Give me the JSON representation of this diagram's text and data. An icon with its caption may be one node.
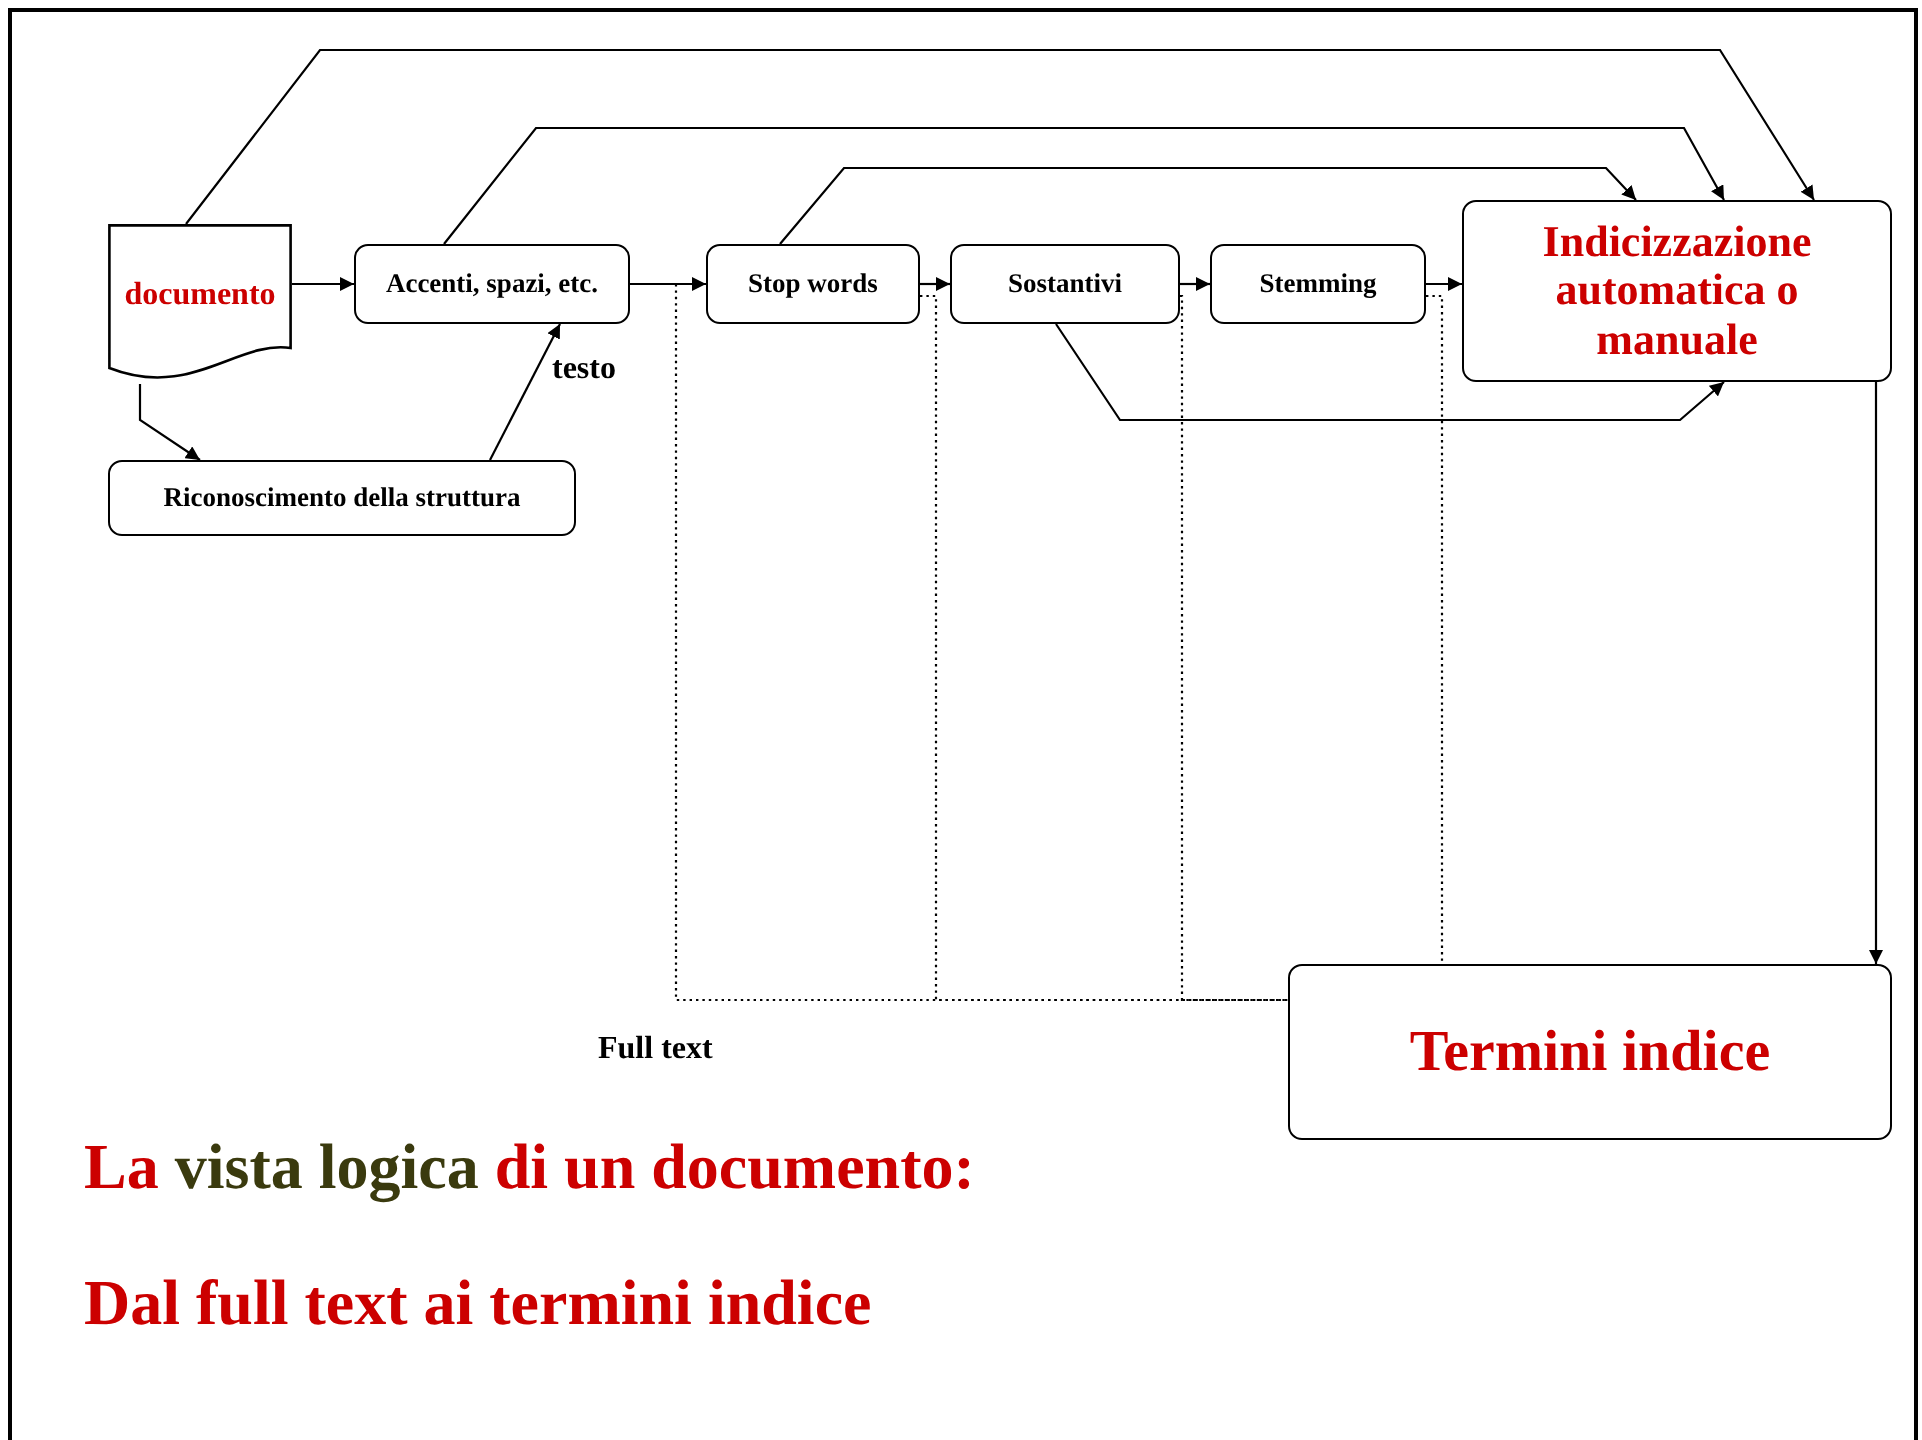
{
  "diagram": {
    "nodes": [
      {
        "text": [
          "documento"
        ]
      },
      {
        "text": [
          "Accenti, spazi, etc."
        ]
      },
      {
        "text": [
          "Riconoscimento della struttura"
        ]
      },
      {
        "text": [
          "Stop words"
        ]
      },
      {
        "text": [
          "Sostantivi"
        ]
      },
      {
        "text": [
          "Stemming"
        ]
      },
      {
        "text": [
          "Indicizzazione automatica o manuale"
        ]
      },
      {
        "text": [
          "Termini indice"
        ]
      }
    ],
    "edges": [
      {
        "from": 0,
        "to": 1,
        "arrow": "to"
      },
      {
        "from": 0,
        "to": 2,
        "arrow": "to"
      },
      {
        "from": 2,
        "to": 1,
        "arrow": "to",
        "label": "testo"
      },
      {
        "from": 1,
        "to": 3,
        "arrow": "to"
      },
      {
        "from": 3,
        "to": 4,
        "arrow": "to"
      },
      {
        "from": 4,
        "to": 5,
        "arrow": "to"
      },
      {
        "from": 5,
        "to": 6,
        "arrow": "to"
      },
      {
        "from": 0,
        "to": 6,
        "arrow": "to"
      },
      {
        "from": 1,
        "to": 6,
        "arrow": "to"
      },
      {
        "from": 3,
        "to": 6,
        "arrow": "to"
      },
      {
        "from": 4,
        "to": 6,
        "arrow": "to"
      },
      {
        "from": 6,
        "to": 7,
        "arrow": "to"
      },
      {
        "from": null,
        "to": 7,
        "arrow": "none",
        "style": "dashed"
      },
      {
        "from": 3,
        "to": 7,
        "arrow": "none",
        "style": "dashed"
      },
      {
        "from": 4,
        "to": 7,
        "arrow": "none",
        "style": "dashed"
      },
      {
        "from": 5,
        "to": 7,
        "arrow": "none",
        "style": "dashed"
      }
    ],
    "labels": [
      "Full text",
      "La",
      "vista logica",
      "di un documento:",
      "Dal full text ai termini indice"
    ]
  }
}
